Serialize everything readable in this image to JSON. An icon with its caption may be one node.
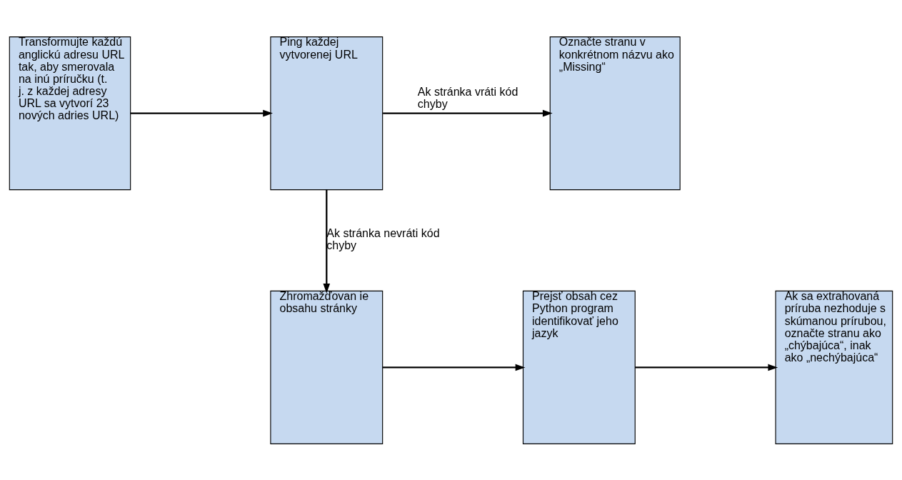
{
  "diagram": {
    "nodes": [
      {
        "text": [
          "Transformujte každú anglickú adresu URL tak, aby smerovala na inú príručku (t. j. z každej adresy URL sa vytvorí 23 nových adries URL)"
        ]
      },
      {
        "text": [
          "Ping každej vytvorenej URL"
        ]
      },
      {
        "text": [
          "Označte stranu v konkrétnom názvu ako „Missing“"
        ]
      },
      {
        "text": [
          "Zhromažďovan ie obsahu stránky"
        ]
      },
      {
        "text": [
          "Prejsť obsah cez Python program identifikovať jeho jazyk"
        ]
      },
      {
        "text": [
          "Ak sa extrahovaná príruba nezhoduje s skúmanou prírubou, označte stranu ako „chýbajúca“, inak ako „nechýbajúca“"
        ]
      }
    ],
    "edges": [
      {
        "from": 0,
        "to": 1,
        "arrow": "to"
      },
      {
        "from": 1,
        "to": 2,
        "arrow": "to",
        "label": "Ak stránka vráti kód chyby"
      },
      {
        "from": 1,
        "to": 3,
        "arrow": "to",
        "label": "Ak stránka nevráti kód chyby"
      },
      {
        "from": 3,
        "to": 4,
        "arrow": "to"
      },
      {
        "from": 4,
        "to": 5,
        "arrow": "to"
      }
    ]
  }
}
